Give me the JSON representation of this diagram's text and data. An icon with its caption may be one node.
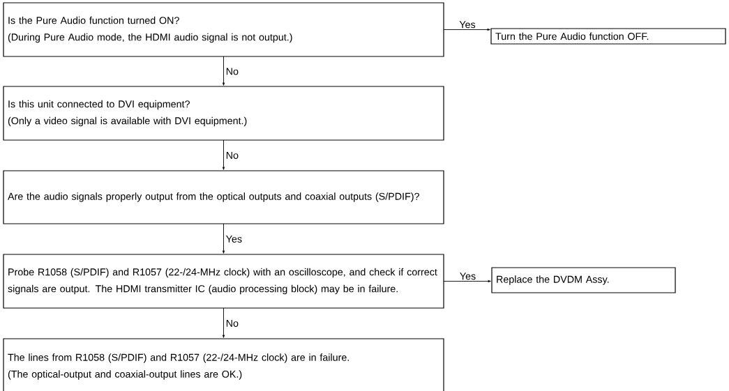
{
  "diagram": {
    "nodes": [
      {
        "text": [
          "Is the Pure Audio function turned ON?",
          "(During Pure Audio mode, the HDMI audio signal is not output.)"
        ]
      },
      {
        "text": [
          "Turn the Pure Audio function OFF."
        ]
      },
      {
        "text": [
          "Is this unit connected to DVI equipment?",
          "(Only a video signal is available with DVI equipment.)"
        ]
      },
      {
        "text": [
          "Are the audio signals properly output from the optical outputs and coaxial outputs (S/PDIF)?"
        ]
      },
      {
        "text": [
          "Probe R1058 (S/PDIF) and R1057 (22-/24-MHz clock) with an oscilloscope, and check if correct signals are output. The HDMI transmitter IC (audio processing block) may be in failure."
        ]
      },
      {
        "text": [
          "Replace the DVDM Assy."
        ]
      },
      {
        "text": [
          "The lines from R1058 (S/PDIF) and R1057 (22-/24-MHz clock) are in failure.",
          "(The optical-output and coaxial-output lines are OK.)"
        ]
      }
    ],
    "edges": [
      {
        "from": 0,
        "to": 1,
        "arrow": "to",
        "label": "Yes"
      },
      {
        "from": 0,
        "to": 2,
        "arrow": "to",
        "label": "No"
      },
      {
        "from": 2,
        "to": 3,
        "arrow": "to",
        "label": "No"
      },
      {
        "from": 3,
        "to": 4,
        "arrow": "to",
        "label": "Yes"
      },
      {
        "from": 4,
        "to": 5,
        "arrow": "to",
        "label": "Yes"
      },
      {
        "from": 4,
        "to": 6,
        "arrow": "to",
        "label": "No"
      }
    ]
  }
}
